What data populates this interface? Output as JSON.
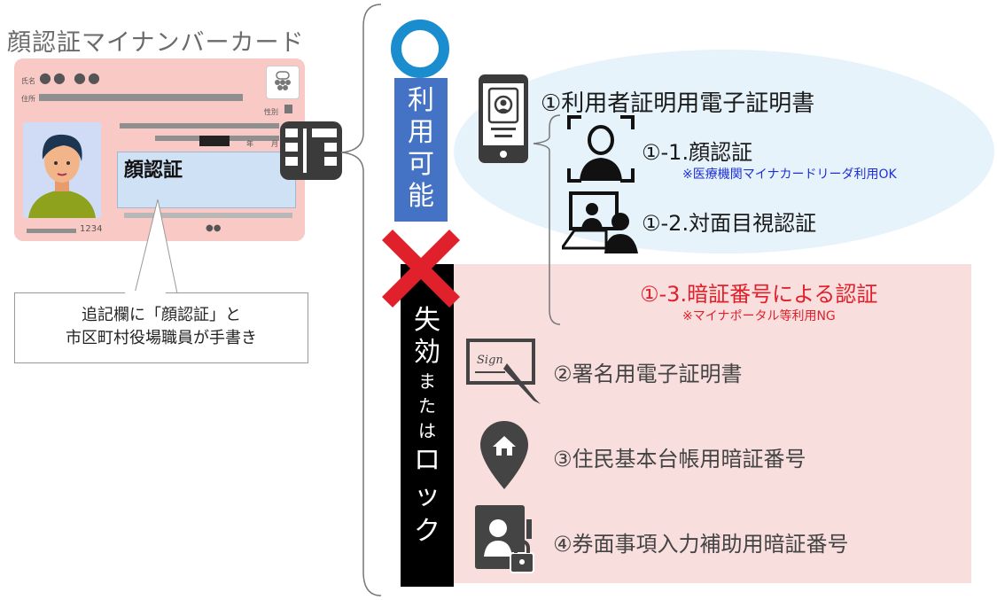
{
  "card_section": {
    "title": "顔認証マイナンバーカード",
    "name_label": "氏名",
    "address_label": "住所",
    "sex_label": "性別",
    "year_label": "年",
    "month_label": "月",
    "card_number": "1234",
    "face_auth_label": "顔認証"
  },
  "callout": {
    "line1": "追記欄に「顔認証」と",
    "line2": "市区町村役場職員が手書き"
  },
  "status": {
    "available_symbol": "〇",
    "available_chars": [
      "利",
      "用",
      "可",
      "能"
    ],
    "invalid_symbol": "✕",
    "invalid_chars": [
      "失",
      "効",
      "ま",
      "た",
      "は",
      "ロ",
      "ッ",
      "ク"
    ]
  },
  "certificates": {
    "user_cert": "①利用者証明用電子証明書",
    "face_auth": "①-1.顔認証",
    "face_auth_note": "※医療機関マイナカードリーダ利用OK",
    "visual_auth": "①-2.対面目視認証",
    "pin_auth": "①-3.暗証番号による認証",
    "pin_auth_note": "※マイナポータル等利用NG",
    "sign_cert": "②署名用電子証明書",
    "resident_pin": "③住民基本台帳用暗証番号",
    "card_info_pin": "④券面事項入力補助用暗証番号"
  },
  "icons": {
    "sign_text": "Sign"
  },
  "colors": {
    "blue_bar": "#4472c4",
    "red_cross": "#e0212b",
    "ok_note": "#1f2fd8",
    "ng_text": "#e0212b",
    "pink_card": "#f9c9c5",
    "pink_area": "#f9dede",
    "oval": "#e6f3fa"
  }
}
